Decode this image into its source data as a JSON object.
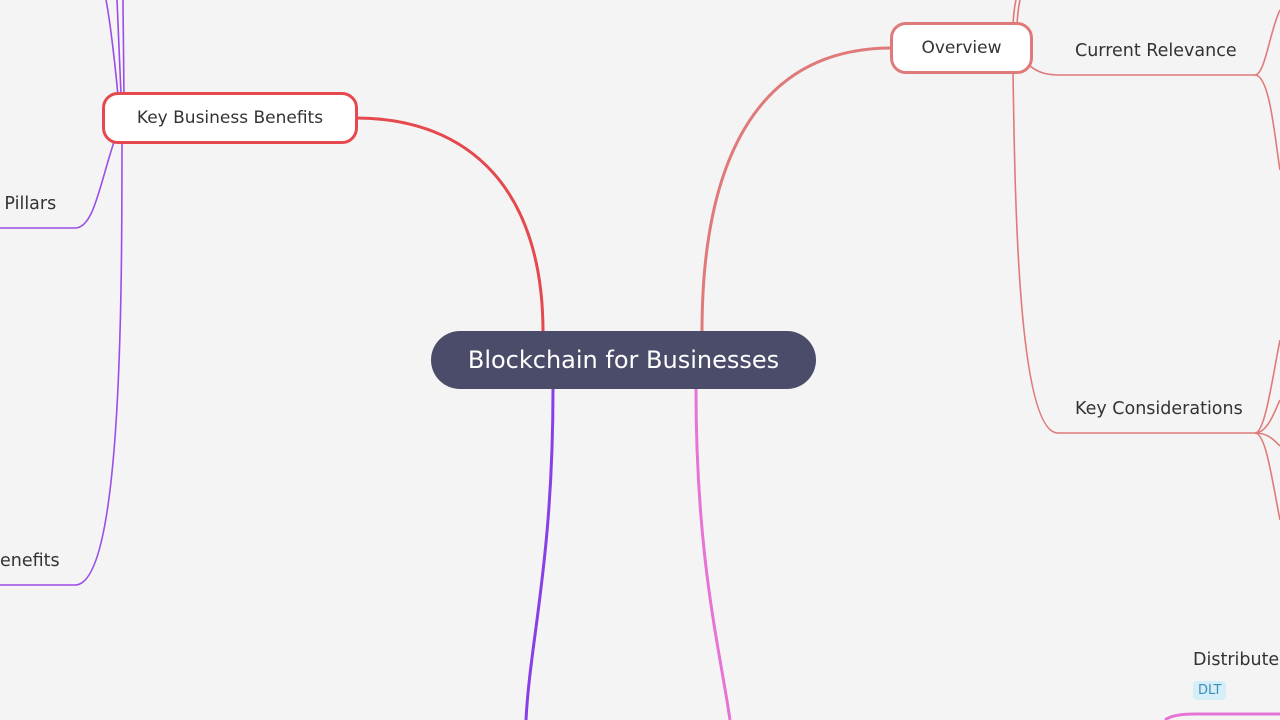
{
  "central_topic": "Blockchain for Businesses",
  "branches": {
    "key_business_benefits": "Key Business Benefits",
    "overview": "Overview"
  },
  "subtopics": {
    "pillars_partial": "l Pillars",
    "benefits_partial": "enefits",
    "current_relevance": "Current Relevance",
    "key_considerations": "Key Considerations",
    "distributed_partial": "Distribute"
  },
  "tags": {
    "dlt": "DLT"
  },
  "colors": {
    "background": "#f4f4f5",
    "central_fill": "#4b4c69",
    "red_branch": "#e5484d",
    "salmon_branch": "#e07a7a",
    "purple_branch": "#9b4de8",
    "pink_branch": "#e673d6",
    "tag_fill": "#d6eef7"
  }
}
